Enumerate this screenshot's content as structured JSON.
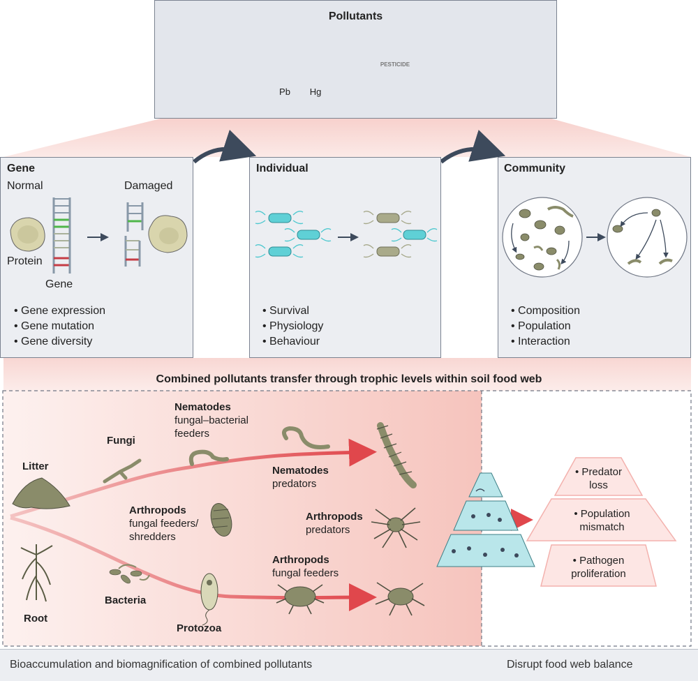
{
  "pollutants": {
    "title": "Pollutants",
    "icons": [
      "oil-barrel-icon",
      "heavy-metal-pipes-icon",
      "pesticide-container-icon",
      "plastic-waste-icon"
    ],
    "metal_labels": [
      "Pb",
      "Hg"
    ],
    "pesticide_label": "PESTICIDE"
  },
  "levels": {
    "gene": {
      "title": "Gene",
      "normal": "Normal",
      "damaged": "Damaged",
      "protein": "Protein",
      "gene": "Gene",
      "bullets": [
        "• Gene expression",
        "• Gene mutation",
        "• Gene diversity"
      ]
    },
    "individual": {
      "title": "Individual",
      "bullets": [
        "• Survival",
        "• Physiology",
        "• Behaviour"
      ]
    },
    "community": {
      "title": "Community",
      "bullets": [
        "• Composition",
        "• Population",
        "• Interaction"
      ]
    }
  },
  "food_web": {
    "title": "Combined pollutants transfer through trophic levels within soil food web",
    "litter": "Litter",
    "root": "Root",
    "fungi": "Fungi",
    "bacteria": "Bacteria",
    "protozoa": "Protozoa",
    "nematodes_fb": {
      "label": "Nematodes",
      "sub": [
        "fungal–bacterial",
        "feeders"
      ]
    },
    "nematodes_pred": {
      "label": "Nematodes",
      "sub": [
        "predators"
      ]
    },
    "arthropods_ff_shred": {
      "label": "Arthropods",
      "sub": [
        "fungal feeders/",
        "shredders"
      ]
    },
    "arthropods_pred": {
      "label": "Arthropods",
      "sub": [
        "predators"
      ]
    },
    "arthropods_ff": {
      "label": "Arthropods",
      "sub": [
        "fungal feeders"
      ]
    }
  },
  "outcomes": [
    [
      "• Predator",
      "loss"
    ],
    [
      "• Population",
      "mismatch"
    ],
    [
      "• Pathogen",
      "proliferation"
    ]
  ],
  "footer": {
    "left": "Bioaccumulation and biomagnification of combined pollutants",
    "right": "Disrupt food web balance"
  },
  "colors": {
    "panel": "#eceef2",
    "border": "#7a8290",
    "arrow_red": "#e0474c",
    "dark_arrow": "#3d4a5c",
    "teal": "#5fd0d6",
    "organism": "#8a8c6a"
  }
}
